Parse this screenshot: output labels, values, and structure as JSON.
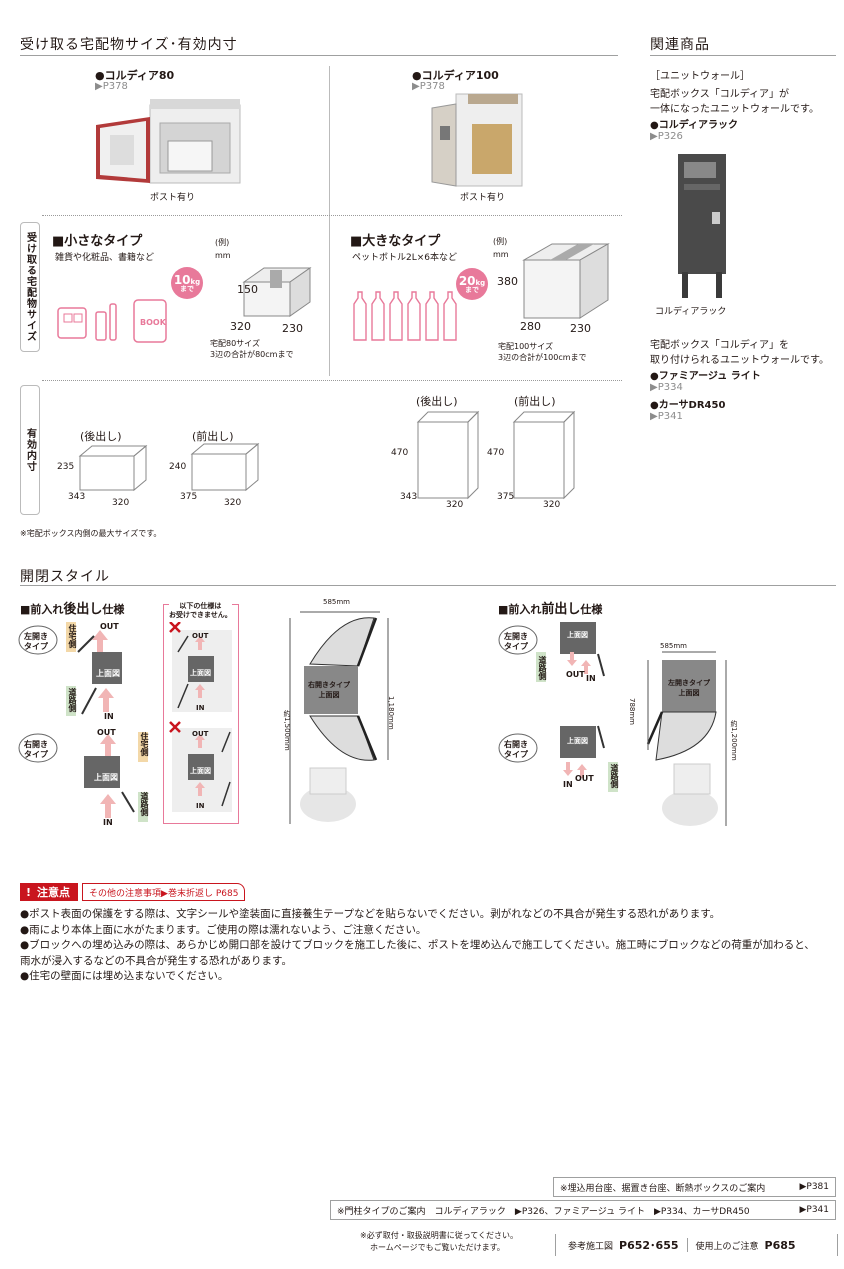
{
  "sections": {
    "size_title": "受け取る宅配物サイズ･有効内寸",
    "related_title": "関連商品",
    "style_title": "開閉スタイル"
  },
  "products": {
    "c80": {
      "name": "●コルディア80",
      "ref": "▶P378",
      "caption": "ポスト有り"
    },
    "c100": {
      "name": "●コルディア100",
      "ref": "▶P378",
      "caption": "ポスト有り"
    }
  },
  "sidebars": {
    "parcel_size": "受け取る宅配物サイズ",
    "inner": "有効内寸"
  },
  "small_type": {
    "title": "■小さなタイプ",
    "desc": "雑貨や化粧品、書籍など",
    "example": "(例)",
    "unit": "mm",
    "badge_num": "10",
    "badge_unit": "kg",
    "badge_sub": "まで",
    "dim_h": "150",
    "dim_w": "320",
    "dim_d": "230",
    "note1": "宅配80サイズ",
    "note2": "3辺の合計が80cmまで",
    "book": "BOOK"
  },
  "large_type": {
    "title": "■大きなタイプ",
    "desc": "ペットボトル2L×6本など",
    "example": "(例)",
    "unit": "mm",
    "badge_num": "20",
    "badge_unit": "kg",
    "badge_sub": "まで",
    "dim_h": "380",
    "dim_w": "280",
    "dim_d": "230",
    "note1": "宅配100サイズ",
    "note2": "3辺の合計が100cmまで"
  },
  "inner": {
    "back": "(後出し)",
    "front": "(前出し)",
    "c80_back": {
      "h": "235",
      "d": "343",
      "w": "320"
    },
    "c80_front": {
      "h": "240",
      "d": "375",
      "w": "320"
    },
    "c100_back": {
      "h": "470",
      "d": "343",
      "w": "320"
    },
    "c100_front": {
      "h": "470",
      "d": "375",
      "w": "320"
    },
    "footnote": "※宅配ボックス内側の最大サイズです。"
  },
  "related": {
    "unitwall": "［ユニットウォール］",
    "desc1": "宅配ボックス「コルディア」が",
    "desc2": "一体になったユニットウォールです。",
    "rack": "●コルディアラック",
    "rack_ref": "▶P326",
    "rack_caption": "コルディアラック",
    "desc3": "宅配ボックス「コルディア」を",
    "desc4": "取り付けられるユニットウォールです。",
    "famiage": "●ファミアージュ ライト",
    "famiage_ref": "▶P334",
    "carsa": "●カーサDR450",
    "carsa_ref": "▶P341"
  },
  "style": {
    "back_title_a": "■前入れ",
    "back_title_b": "後出し",
    "back_title_c": "仕様",
    "front_title_a": "■前入れ",
    "front_title_b": "前出し",
    "front_title_c": "仕様",
    "left_open": "左開き\nタイプ",
    "right_open": "右開き\nタイプ",
    "house_side": "住宅側",
    "road_side": "道路側",
    "out": "OUT",
    "in": "IN",
    "top_view": "上面図",
    "cannot": "以下の仕様は\nお受けできません。",
    "w585": "585mm",
    "h1180": "1,180mm",
    "h1500": "約1,500mm",
    "right_type": "右開きタイプ\n上面図",
    "left_type": "左開きタイプ\n上面図",
    "h788": "788mm",
    "h1200": "約1,200mm"
  },
  "caution": {
    "title": "注意点",
    "link": "その他の注意事項▶巻末折返し P685",
    "lines": [
      "●ポスト表面の保護をする際は、文字シールや塗装面に直接養生テープなどを貼らないでください。剥がれなどの不具合が発生する恐れがあります。",
      "●雨により本体上面に水がたまります。ご使用の際は濡れないよう、ご注意ください。",
      "●ブロックへの埋め込みの際は、あらかじめ開口部を設けてブロックを施工した後に、ポストを埋め込んで施工してください。施工時にブロックなどの荷重が加わると、",
      "雨水が浸入するなどの不具合が発生する恐れがあります。",
      "●住宅の壁面には埋め込まないでください。"
    ]
  },
  "footer": {
    "row1": "※埋込用台座、据置き台座、断熱ボックスのご案内",
    "row1_ref": "▶P381",
    "row2": "※門柱タイプのご案内　コルディアラック　▶P326、ファミアージュ ライト　▶P334、カーサDR450",
    "row2_ref": "▶P341",
    "left1": "※必ず取付・取扱説明書に従ってください。",
    "left2": "ホームページでもご覧いただけます。",
    "ref_label": "参考施工図",
    "ref_pages": "P652･655",
    "use_label": "使用上のご注意",
    "use_page": "P685"
  },
  "colors": {
    "accent": "#c9151e",
    "pink": "#e8799a",
    "rule": "#9fa0a0"
  }
}
